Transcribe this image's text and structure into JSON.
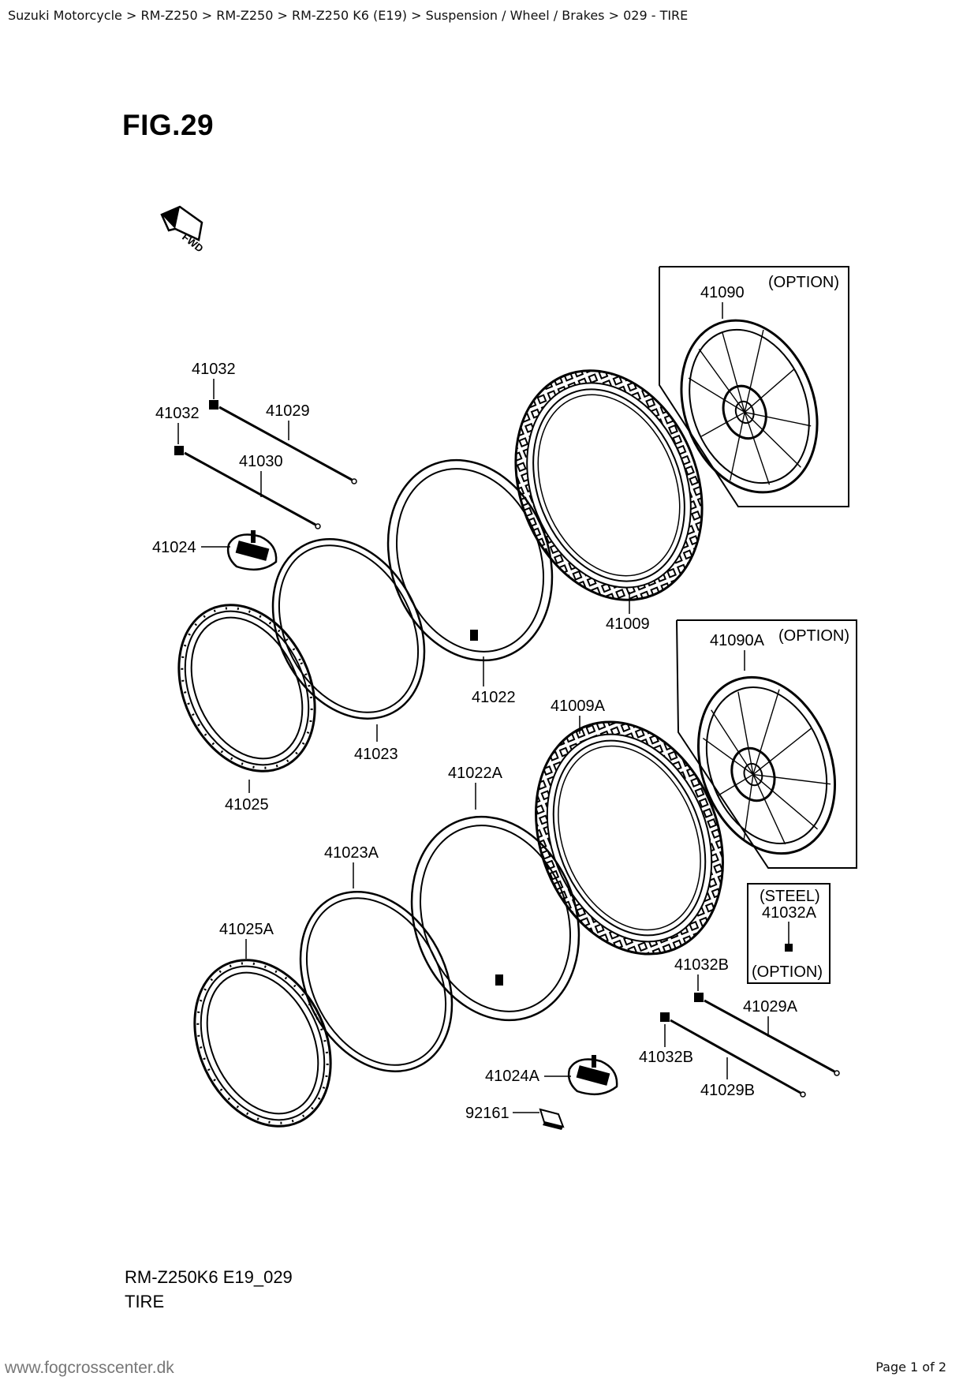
{
  "breadcrumb": "Suzuki Motorcycle > RM-Z250 > RM-Z250 > RM-Z250 K6 (E19) > Suspension / Wheel / Brakes > 029 - TIRE",
  "figure": {
    "title": "FIG.29",
    "fwd_label": "FWD",
    "option_label": "(OPTION)",
    "steel_label": "(STEEL)",
    "labels": {
      "p41032_top": "41032",
      "p41032_mid": "41032",
      "p41029": "41029",
      "p41030": "41030",
      "p41024": "41024",
      "p41025": "41025",
      "p41023": "41023",
      "p41022": "41022",
      "p41009": "41009",
      "p41090": "41090",
      "p41090A": "41090A",
      "p41009A": "41009A",
      "p41022A": "41022A",
      "p41023A": "41023A",
      "p41025A": "41025A",
      "p41032A": "41032A",
      "p41032B_top": "41032B",
      "p41032B_bottom": "41032B",
      "p41029A": "41029A",
      "p41029B": "41029B",
      "p41024A": "41024A",
      "p92161": "92161"
    }
  },
  "caption": {
    "line1": "RM-Z250K6 E19_029",
    "line2": "TIRE"
  },
  "footer": {
    "url": "www.fogcrosscenter.dk",
    "page": "Page 1 of 2"
  }
}
